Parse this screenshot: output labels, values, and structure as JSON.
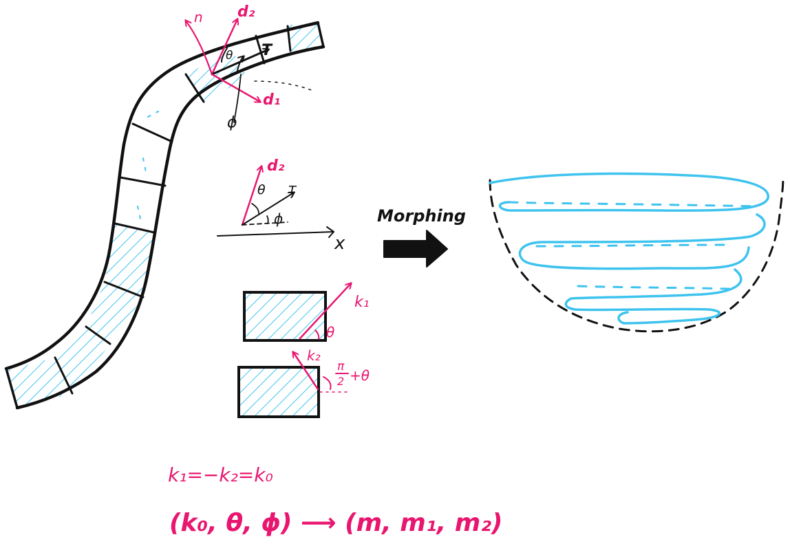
{
  "colors": {
    "ink": "#111111",
    "accent": "#e8166f",
    "hatch": "#3ec3ef",
    "background": "#ffffff"
  },
  "strip_labels": {
    "normal": "n",
    "director_2": "d₂",
    "tangent": "T",
    "angle_theta": "θ",
    "director_1": "d₁",
    "angle_phi": "ϕ"
  },
  "frame_labels": {
    "director_2": "d₂",
    "angle_theta": "θ",
    "tangent": "T",
    "angle_phi": "ϕ",
    "x_axis": "x"
  },
  "morph_label": "Morphing",
  "curvature_labels": {
    "k1": "k₁",
    "theta": "θ",
    "k2": "k₂",
    "angle_pi_half_plus_theta": "+θ",
    "pi": "π",
    "two": "2"
  },
  "equations": {
    "curvature_relation": "k₁=−k₂=k₀",
    "mapping": "(k₀, θ, ϕ) ⟶ (m, m₁, m₂)"
  },
  "icons": {
    "morph_arrow": "right-arrow-icon"
  }
}
